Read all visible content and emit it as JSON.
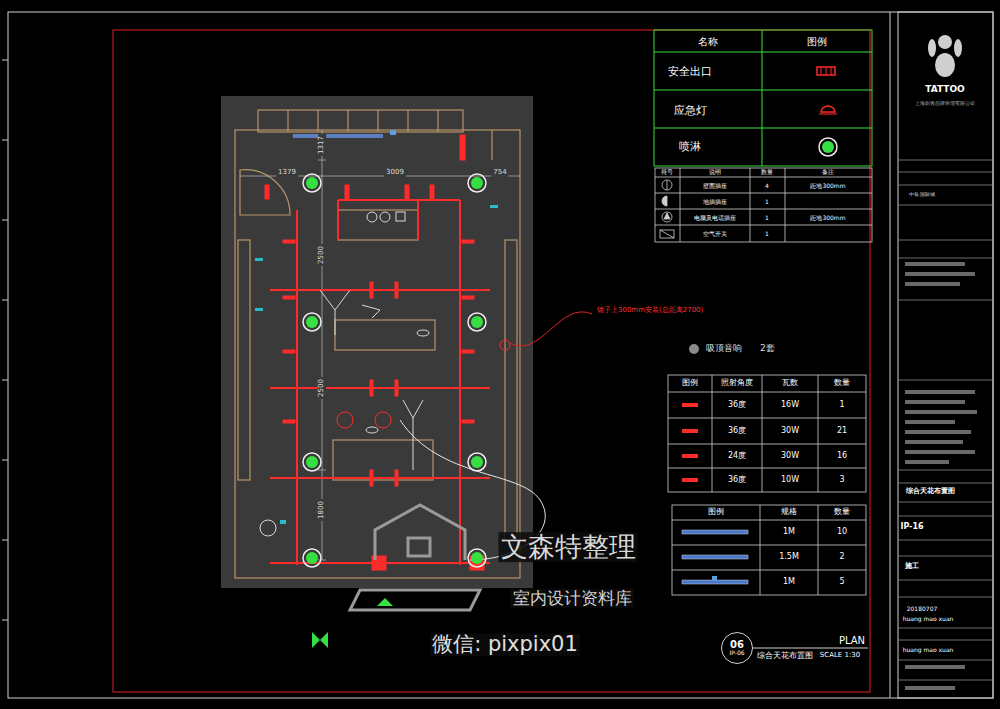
{
  "diagram": {
    "nodes": [
      {
        "text": [
          "06",
          "IP-06"
        ]
      }
    ],
    "labels": [
      "1379",
      "3009",
      "754",
      "1317",
      "2500",
      "2500",
      "1800",
      "镜子上300mm安装(总距离2700)",
      "吸顶音响",
      "2套",
      "名称",
      "图例",
      "符号",
      "说明",
      "数量",
      "备注",
      "壁面插座",
      "4",
      "距地300mm",
      "地插插座",
      "1",
      "电脑及电话插座",
      "1",
      "距地300mm",
      "空气开关",
      "1",
      "图例",
      "照射角度",
      "瓦数",
      "数量",
      "36度",
      "16W",
      "1",
      "36度",
      "30W",
      "21",
      "24度",
      "30W",
      "16",
      "36度",
      "10W",
      "3",
      "图例",
      "规格",
      "数量",
      "1M",
      "10",
      "1.5M",
      "2",
      "1M",
      "5",
      "PLAN",
      "综合天花布置图",
      "SCALE 1:30",
      "TATTOO",
      "上海刺青品牌管理有限公司",
      "中装·国际城",
      "综合天花布置图",
      "IP-16",
      "施工",
      "20180707",
      "huang mao xuan",
      "huang mao xuan",
      "文森特整理",
      "室内设计资料库",
      "微信: pixpix01"
    ],
    "legend": [
      {
        "text": "安全出口"
      },
      {
        "text": "应急灯"
      },
      {
        "text": "喷淋"
      }
    ]
  }
}
